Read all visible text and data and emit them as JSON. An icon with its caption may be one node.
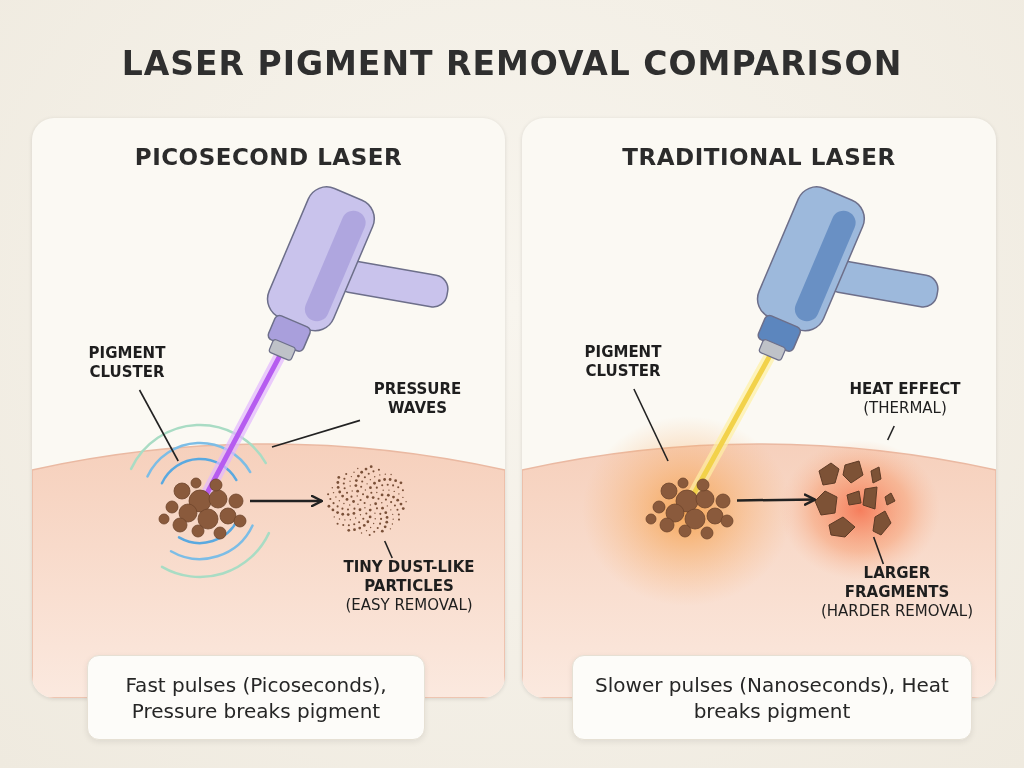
{
  "diagram": {
    "title": "LASER PIGMENT REMOVAL COMPARISON",
    "nodes": [
      {
        "text": [
          "PICOSECOND LASER"
        ]
      },
      {
        "text": [
          "PIGMENT CLUSTER"
        ],
        "in": 0
      },
      {
        "text": [],
        "shape": "picture",
        "in": 0
      },
      {
        "text": [
          "PRESSURE WAVES"
        ],
        "in": 0
      },
      {
        "text": [],
        "shape": "picture",
        "in": 0
      },
      {
        "text": [
          "TINY DUST-LIKE PARTICLES",
          "(EASY REMOVAL)"
        ],
        "in": 0
      },
      {
        "text": [
          "Fast pulses (Picoseconds), Pressure breaks pigment"
        ]
      },
      {
        "text": [
          "TRADITIONAL LASER"
        ]
      },
      {
        "text": [
          "PIGMENT CLUSTER"
        ],
        "in": 7
      },
      {
        "text": [],
        "shape": "picture",
        "in": 7
      },
      {
        "text": [
          "HEAT EFFECT",
          "(THERMAL)"
        ],
        "in": 7
      },
      {
        "text": [],
        "shape": "picture",
        "in": 7
      },
      {
        "text": [],
        "shape": "picture",
        "in": 11
      },
      {
        "text": [
          "LARGER FRAGMENTS",
          "(HARDER REMOVAL)"
        ],
        "in": 7
      },
      {
        "text": [
          "Slower pulses (Nanoseconds), Heat breaks pigment"
        ]
      }
    ],
    "edges": [
      {
        "from": 1,
        "to": 2,
        "arrow": "none"
      },
      {
        "from": 3,
        "to": null,
        "arrow": "none"
      },
      {
        "from": 2,
        "to": 4,
        "arrow": "to"
      },
      {
        "from": 5,
        "to": 4,
        "arrow": "none"
      },
      {
        "from": 8,
        "to": 9,
        "arrow": "none"
      },
      {
        "from": 10,
        "to": 11,
        "arrow": "none"
      },
      {
        "from": 9,
        "to": 12,
        "arrow": "to"
      },
      {
        "from": 13,
        "to": 12,
        "arrow": "none"
      }
    ]
  }
}
